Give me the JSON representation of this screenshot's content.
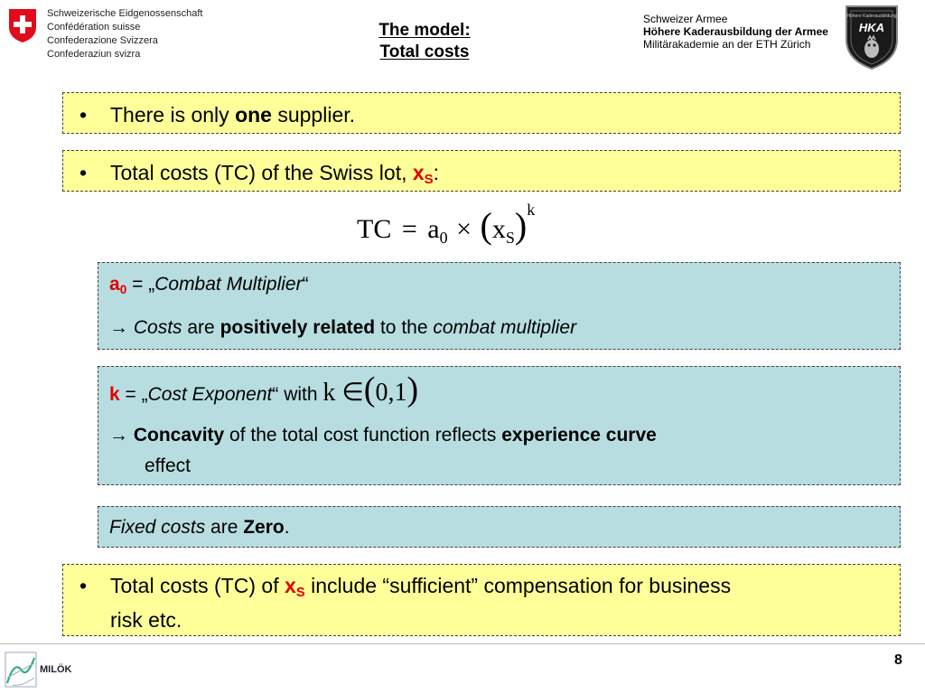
{
  "header": {
    "federation_lines": [
      "Schweizerische Eidgenossenschaft",
      "Confédération suisse",
      "Confederazione Svizzera",
      "Confederaziun svizra"
    ],
    "title_line1": "The model:",
    "title_line2": "Total costs",
    "org_line1": "Schweizer Armee",
    "org_line2": "Höhere Kaderausbildung der Armee",
    "org_line3": "Militärakademie an der ETH Zürich",
    "crest_lettering": "HKA",
    "crest_subtext": "Höhere Kaderausbildung"
  },
  "bullet1": {
    "bullet": "•",
    "text_before": "There is only ",
    "text_bold": "one",
    "text_after": " supplier."
  },
  "bullet2": {
    "bullet": "•",
    "text_before": "Total costs (TC) of the Swiss lot, ",
    "var": "x",
    "var_sub": "S",
    "text_after": ":"
  },
  "formula": {
    "lhs": "TC",
    "eq": "=",
    "coef": "a",
    "coef_sub": "0",
    "times": "×",
    "lparen": "(",
    "var": "x",
    "var_sub": "S",
    "rparen": ")",
    "exp": "k"
  },
  "combat_box": {
    "symbol": "a",
    "symbol_sub": "0",
    "def_open": " = „",
    "def_italic": "Combat Multiplier",
    "def_close": "“",
    "arrow": "→",
    "line2_italic1": "Costs",
    "line2_mid1": " are ",
    "line2_bold": "positively related",
    "line2_mid2": " to the ",
    "line2_italic2": "combat multiplier"
  },
  "exponent_box": {
    "symbol": "k",
    "def_open": " = „",
    "def_italic": "Cost Exponent",
    "def_close": "“ with ",
    "math_k": "k",
    "math_in": "∈",
    "math_lparen": "(",
    "math_interval": "0,1",
    "math_rparen": ")",
    "arrow": "→",
    "line2_bold1": "Concavity",
    "line2_mid": " of the total cost function reflects ",
    "line2_bold2": "experience curve",
    "line3": "effect"
  },
  "fixed_box": {
    "italic": "Fixed costs",
    "mid": " are ",
    "bold": "Zero",
    "end": "."
  },
  "bullet3": {
    "bullet": "•",
    "text_before": "Total costs (TC) of ",
    "var": "x",
    "var_sub": "S",
    "text_after": " include “sufficient” compensation for business",
    "line2": "risk etc."
  },
  "footer": {
    "logo_text": "MILÖK",
    "page_number": "8"
  },
  "colors": {
    "yellow_box": "#ffff99",
    "blue_box": "#b7dde0",
    "accent_red": "#e00000",
    "swiss_red": "#e20b1b"
  }
}
